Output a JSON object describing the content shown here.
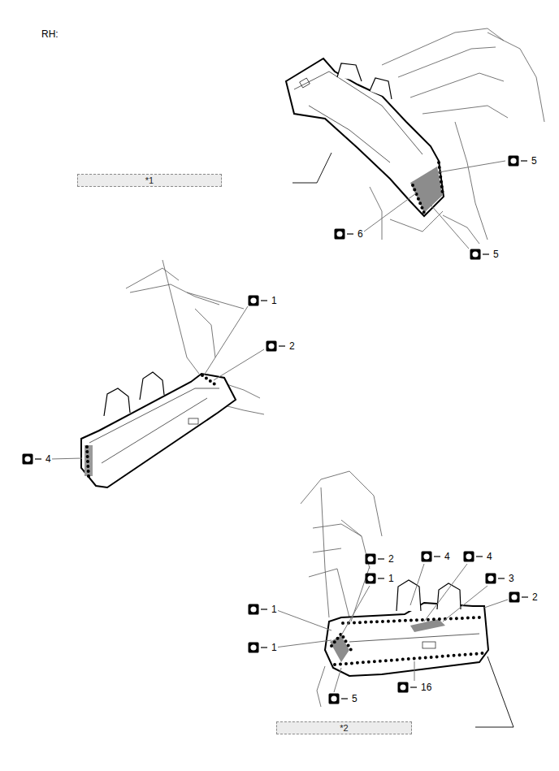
{
  "diagram": {
    "nodes": [
      {
        "text": [
          "*1"
        ]
      },
      {
        "text": [
          "*2"
        ]
      }
    ],
    "labels": [
      "RH:",
      "5",
      "6",
      "5",
      "1",
      "2",
      "4",
      "2",
      "4",
      "4",
      "1",
      "3",
      "2",
      "1",
      "1",
      "5",
      "16"
    ]
  }
}
